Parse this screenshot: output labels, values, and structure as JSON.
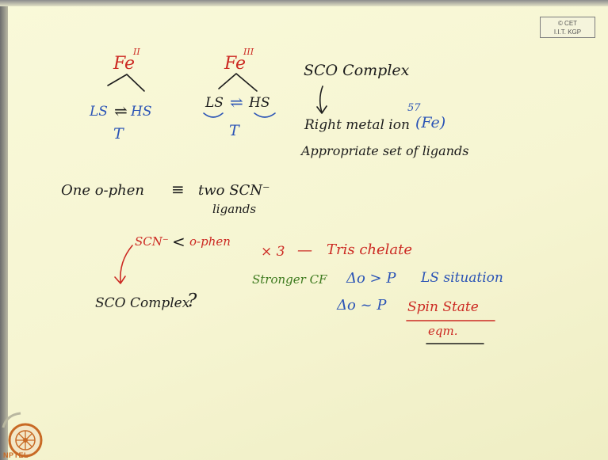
{
  "watermark": {
    "line1": "© CET",
    "line2": "I.I.T. KGP"
  },
  "logo": {
    "text": "NPTEL"
  },
  "fe2_diagram": {
    "metal": "Fe",
    "oxidation": "II",
    "left_state": "LS",
    "right_state": "HS",
    "equilibrium": "⇌",
    "variable": "T"
  },
  "fe3_diagram": {
    "metal": "Fe",
    "oxidation": "III",
    "left_state": "LS",
    "right_state": "HS",
    "equilibrium": "⇌",
    "variable": "T"
  },
  "sco_block": {
    "title": "SCO Complex",
    "line1": "Right metal ion",
    "isotope_mass": "57",
    "isotope_element": "(Fe)",
    "line2": "Appropriate set of ligands"
  },
  "equivalence": {
    "left": "One o-phen",
    "symbol": "≡",
    "right_line1": "two SCN⁻",
    "right_line2": "ligands"
  },
  "comparison": {
    "left": "SCN⁻",
    "symbol": "<",
    "right": "o-phen",
    "times": "× 3",
    "dash": "—",
    "chelate": "Tris chelate",
    "stronger": "Stronger CF",
    "question_label": "SCO Complex",
    "question_mark": "?"
  },
  "conditions": {
    "cond1": "Δo > P",
    "result1": "LS situation",
    "cond2": "Δo ~ P",
    "result2_line1": "Spin State",
    "result2_line2": "eqm."
  },
  "colors": {
    "red": "#cc2a23",
    "blue": "#2b54b6",
    "green": "#3d7a1e",
    "dark": "#1d1d1d",
    "board": "#f6f5d2"
  }
}
